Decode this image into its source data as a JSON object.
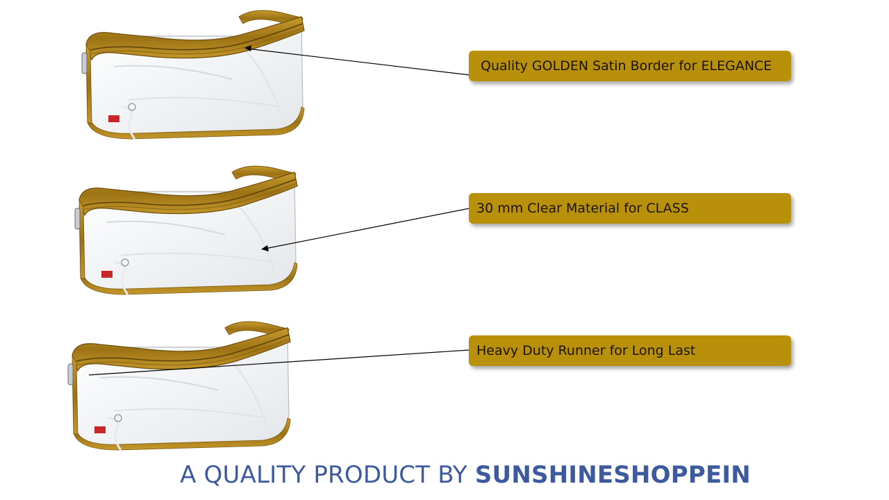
{
  "callouts": [
    {
      "text": "Quality GOLDEN Satin Border for  ELEGANCE"
    },
    {
      "text": "30 mm Clear Material for  CLASS"
    },
    {
      "text": "Heavy Duty Runner for Long Last"
    }
  ],
  "footer": {
    "prefix": "A QUALITY PRODUCT BY ",
    "brand": "SUNSHINESHOPPEIN"
  },
  "colors": {
    "callout_bg": "#b8900a",
    "trim_gold": "#a87c12",
    "footer_text": "#3d5a9e"
  }
}
